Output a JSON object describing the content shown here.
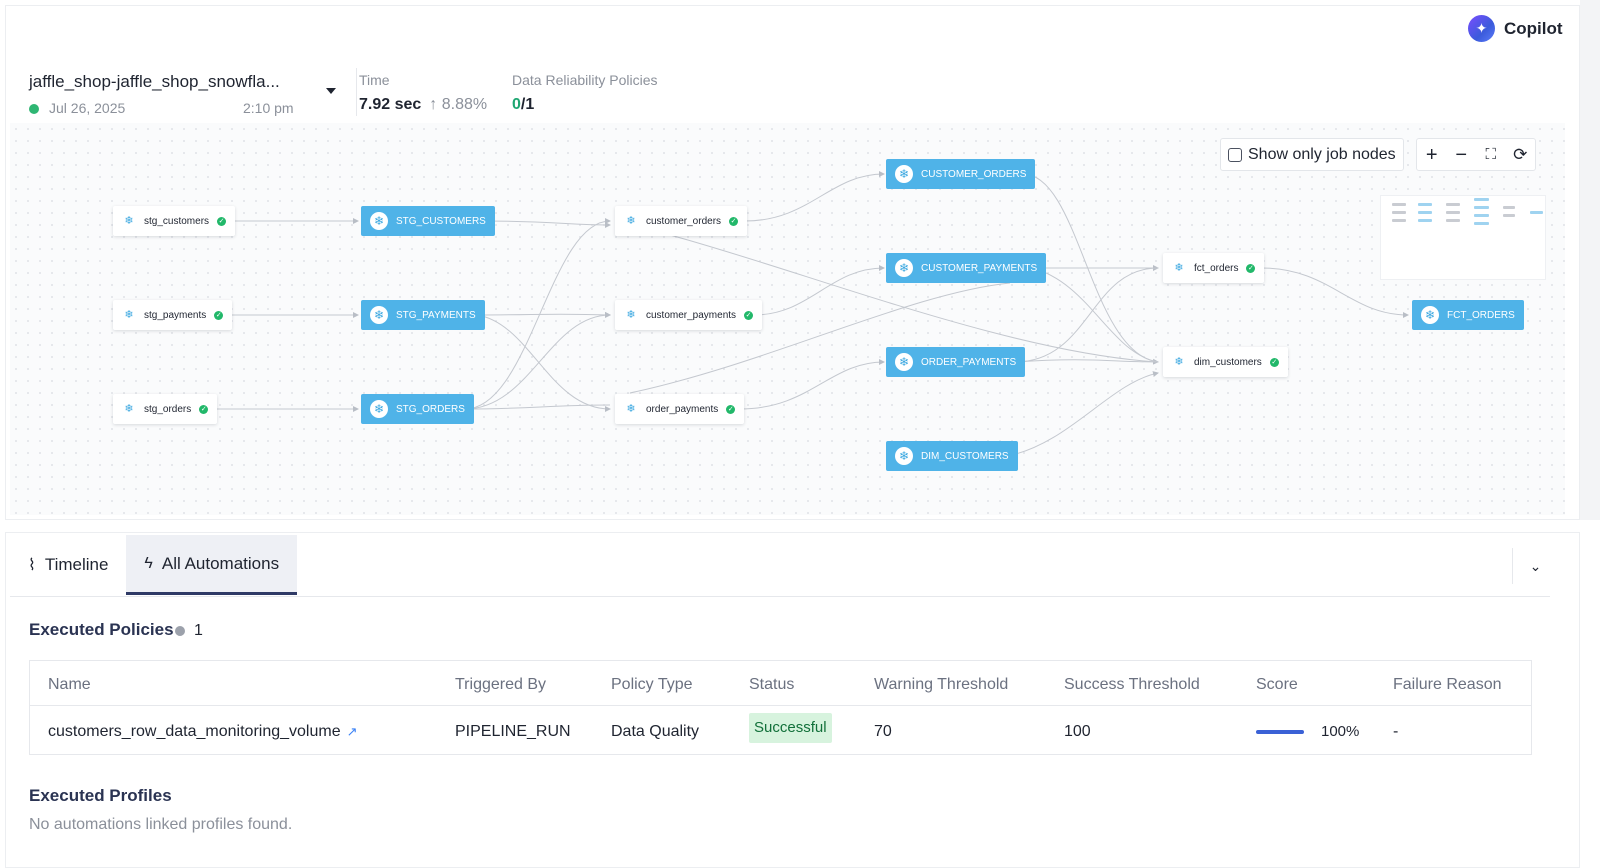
{
  "header": {
    "copilot_label": "Copilot",
    "run": {
      "name": "jaffle_shop-jaffle_shop_snowfla...",
      "date": "Jul 26, 2025",
      "time": "2:10 pm",
      "status_color": "#2fb673"
    },
    "metrics": {
      "time": {
        "label": "Time",
        "value": "7.92 sec",
        "delta_arrow": "↑",
        "delta": "8.88%"
      },
      "policies": {
        "label": "Data Reliability Policies",
        "passed": "0",
        "total": "/1"
      }
    }
  },
  "lineage": {
    "show_only_job_nodes_label": "Show only job nodes",
    "show_only_job_nodes_checked": false,
    "zoom_controls": [
      "+",
      "−",
      "⛶",
      "⟳"
    ],
    "nodes": {
      "stg_customers_model": "stg_customers",
      "stg_payments_model": "stg_payments",
      "stg_orders_model": "stg_orders",
      "stg_customers_table": "STG_CUSTOMERS",
      "stg_payments_table": "STG_PAYMENTS",
      "stg_orders_table": "STG_ORDERS",
      "customer_orders_model": "customer_orders",
      "customer_payments_model": "customer_payments",
      "order_payments_model": "order_payments",
      "customer_orders_table": "CUSTOMER_ORDERS",
      "customer_payments_table": "CUSTOMER_PAYMENTS",
      "order_payments_table": "ORDER_PAYMENTS",
      "dim_customers_table": "DIM_CUSTOMERS",
      "fct_orders_model": "fct_orders",
      "dim_customers_model": "dim_customers",
      "fct_orders_table": "FCT_ORDERS"
    },
    "colors": {
      "table_node": "#4fb3e8",
      "success": "#22b86a",
      "edge": "#c4c8cf"
    }
  },
  "tabs": [
    {
      "label": "Timeline",
      "icon": "activity-icon",
      "active": false
    },
    {
      "label": "All Automations",
      "icon": "lightning-icon",
      "active": true
    }
  ],
  "executed_policies": {
    "title": "Executed Policies",
    "count": "1",
    "columns": [
      "Name",
      "Triggered By",
      "Policy Type",
      "Status",
      "Warning Threshold",
      "Success Threshold",
      "Score",
      "Failure Reason"
    ],
    "rows": [
      {
        "name": "customers_row_data_monitoring_volume",
        "triggered_by": "PIPELINE_RUN",
        "policy_type": "Data Quality",
        "status": "Successful",
        "warning_threshold": "70",
        "success_threshold": "100",
        "score": "100%",
        "score_fraction": 1.0,
        "failure_reason": "-"
      }
    ]
  },
  "executed_profiles": {
    "title": "Executed Profiles",
    "empty_message": "No automations linked profiles found."
  }
}
